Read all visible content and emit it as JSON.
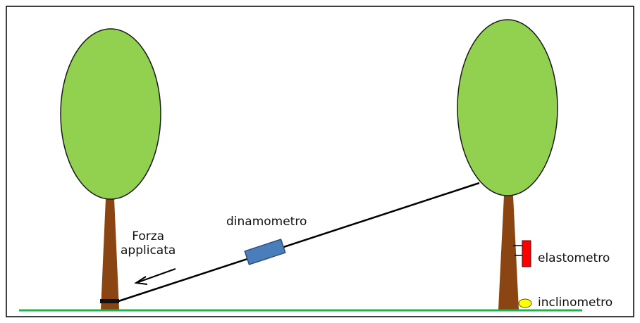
{
  "labels": {
    "force_line1": "Forza",
    "force_line2": "applicata",
    "dynamometer": "dinamometro",
    "elastometer": "elastometro",
    "inclinometer": "inclinometro"
  },
  "colors": {
    "foliage": "#92d050",
    "foliage_outline": "#1a1a1a",
    "trunk": "#8b4513",
    "ground": "#22b14c",
    "cable": "#000000",
    "dynamometer": "#4a7ebb",
    "elastometer": "#ff0000",
    "inclinometer": "#ffff00"
  },
  "icons": {
    "force_arrow": "arrow-left-down-icon"
  }
}
